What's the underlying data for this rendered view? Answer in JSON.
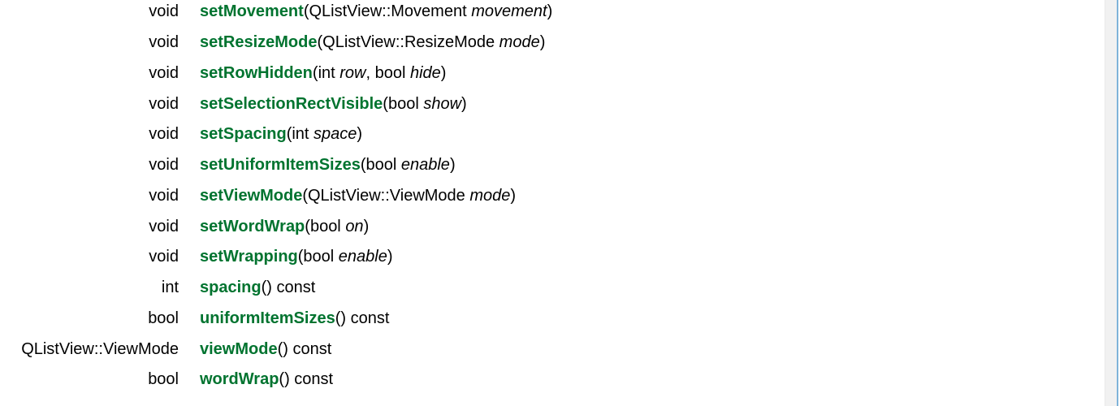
{
  "colors": {
    "method_link_green": "#00732f",
    "text": "#000000",
    "scrollbar_track": "#f1f1f1",
    "scrollbar_track_border": "#e9e9e9",
    "window_edge_blue": "#7fb3d9"
  },
  "method_table": {
    "rows": [
      {
        "return_type": "void",
        "method": "setMovement",
        "signature": [
          {
            "text": "(QListView::Movement ",
            "style": "plain"
          },
          {
            "text": "movement",
            "style": "param"
          },
          {
            "text": ")",
            "style": "plain"
          }
        ]
      },
      {
        "return_type": "void",
        "method": "setResizeMode",
        "signature": [
          {
            "text": "(QListView::ResizeMode ",
            "style": "plain"
          },
          {
            "text": "mode",
            "style": "param"
          },
          {
            "text": ")",
            "style": "plain"
          }
        ]
      },
      {
        "return_type": "void",
        "method": "setRowHidden",
        "signature": [
          {
            "text": "(int ",
            "style": "plain"
          },
          {
            "text": "row",
            "style": "param"
          },
          {
            "text": ", bool ",
            "style": "plain"
          },
          {
            "text": "hide",
            "style": "param"
          },
          {
            "text": ")",
            "style": "plain"
          }
        ]
      },
      {
        "return_type": "void",
        "method": "setSelectionRectVisible",
        "signature": [
          {
            "text": "(bool ",
            "style": "plain"
          },
          {
            "text": "show",
            "style": "param"
          },
          {
            "text": ")",
            "style": "plain"
          }
        ]
      },
      {
        "return_type": "void",
        "method": "setSpacing",
        "signature": [
          {
            "text": "(int ",
            "style": "plain"
          },
          {
            "text": "space",
            "style": "param"
          },
          {
            "text": ")",
            "style": "plain"
          }
        ]
      },
      {
        "return_type": "void",
        "method": "setUniformItemSizes",
        "signature": [
          {
            "text": "(bool ",
            "style": "plain"
          },
          {
            "text": "enable",
            "style": "param"
          },
          {
            "text": ")",
            "style": "plain"
          }
        ]
      },
      {
        "return_type": "void",
        "method": "setViewMode",
        "signature": [
          {
            "text": "(QListView::ViewMode ",
            "style": "plain"
          },
          {
            "text": "mode",
            "style": "param"
          },
          {
            "text": ")",
            "style": "plain"
          }
        ]
      },
      {
        "return_type": "void",
        "method": "setWordWrap",
        "signature": [
          {
            "text": "(bool ",
            "style": "plain"
          },
          {
            "text": "on",
            "style": "param"
          },
          {
            "text": ")",
            "style": "plain"
          }
        ]
      },
      {
        "return_type": "void",
        "method": "setWrapping",
        "signature": [
          {
            "text": "(bool ",
            "style": "plain"
          },
          {
            "text": "enable",
            "style": "param"
          },
          {
            "text": ")",
            "style": "plain"
          }
        ]
      },
      {
        "return_type": "int",
        "method": "spacing",
        "signature": [
          {
            "text": "() const",
            "style": "plain"
          }
        ]
      },
      {
        "return_type": "bool",
        "method": "uniformItemSizes",
        "signature": [
          {
            "text": "() const",
            "style": "plain"
          }
        ]
      },
      {
        "return_type": "QListView::ViewMode",
        "method": "viewMode",
        "signature": [
          {
            "text": "() const",
            "style": "plain"
          }
        ]
      },
      {
        "return_type": "bool",
        "method": "wordWrap",
        "signature": [
          {
            "text": "() const",
            "style": "plain"
          }
        ]
      }
    ]
  }
}
